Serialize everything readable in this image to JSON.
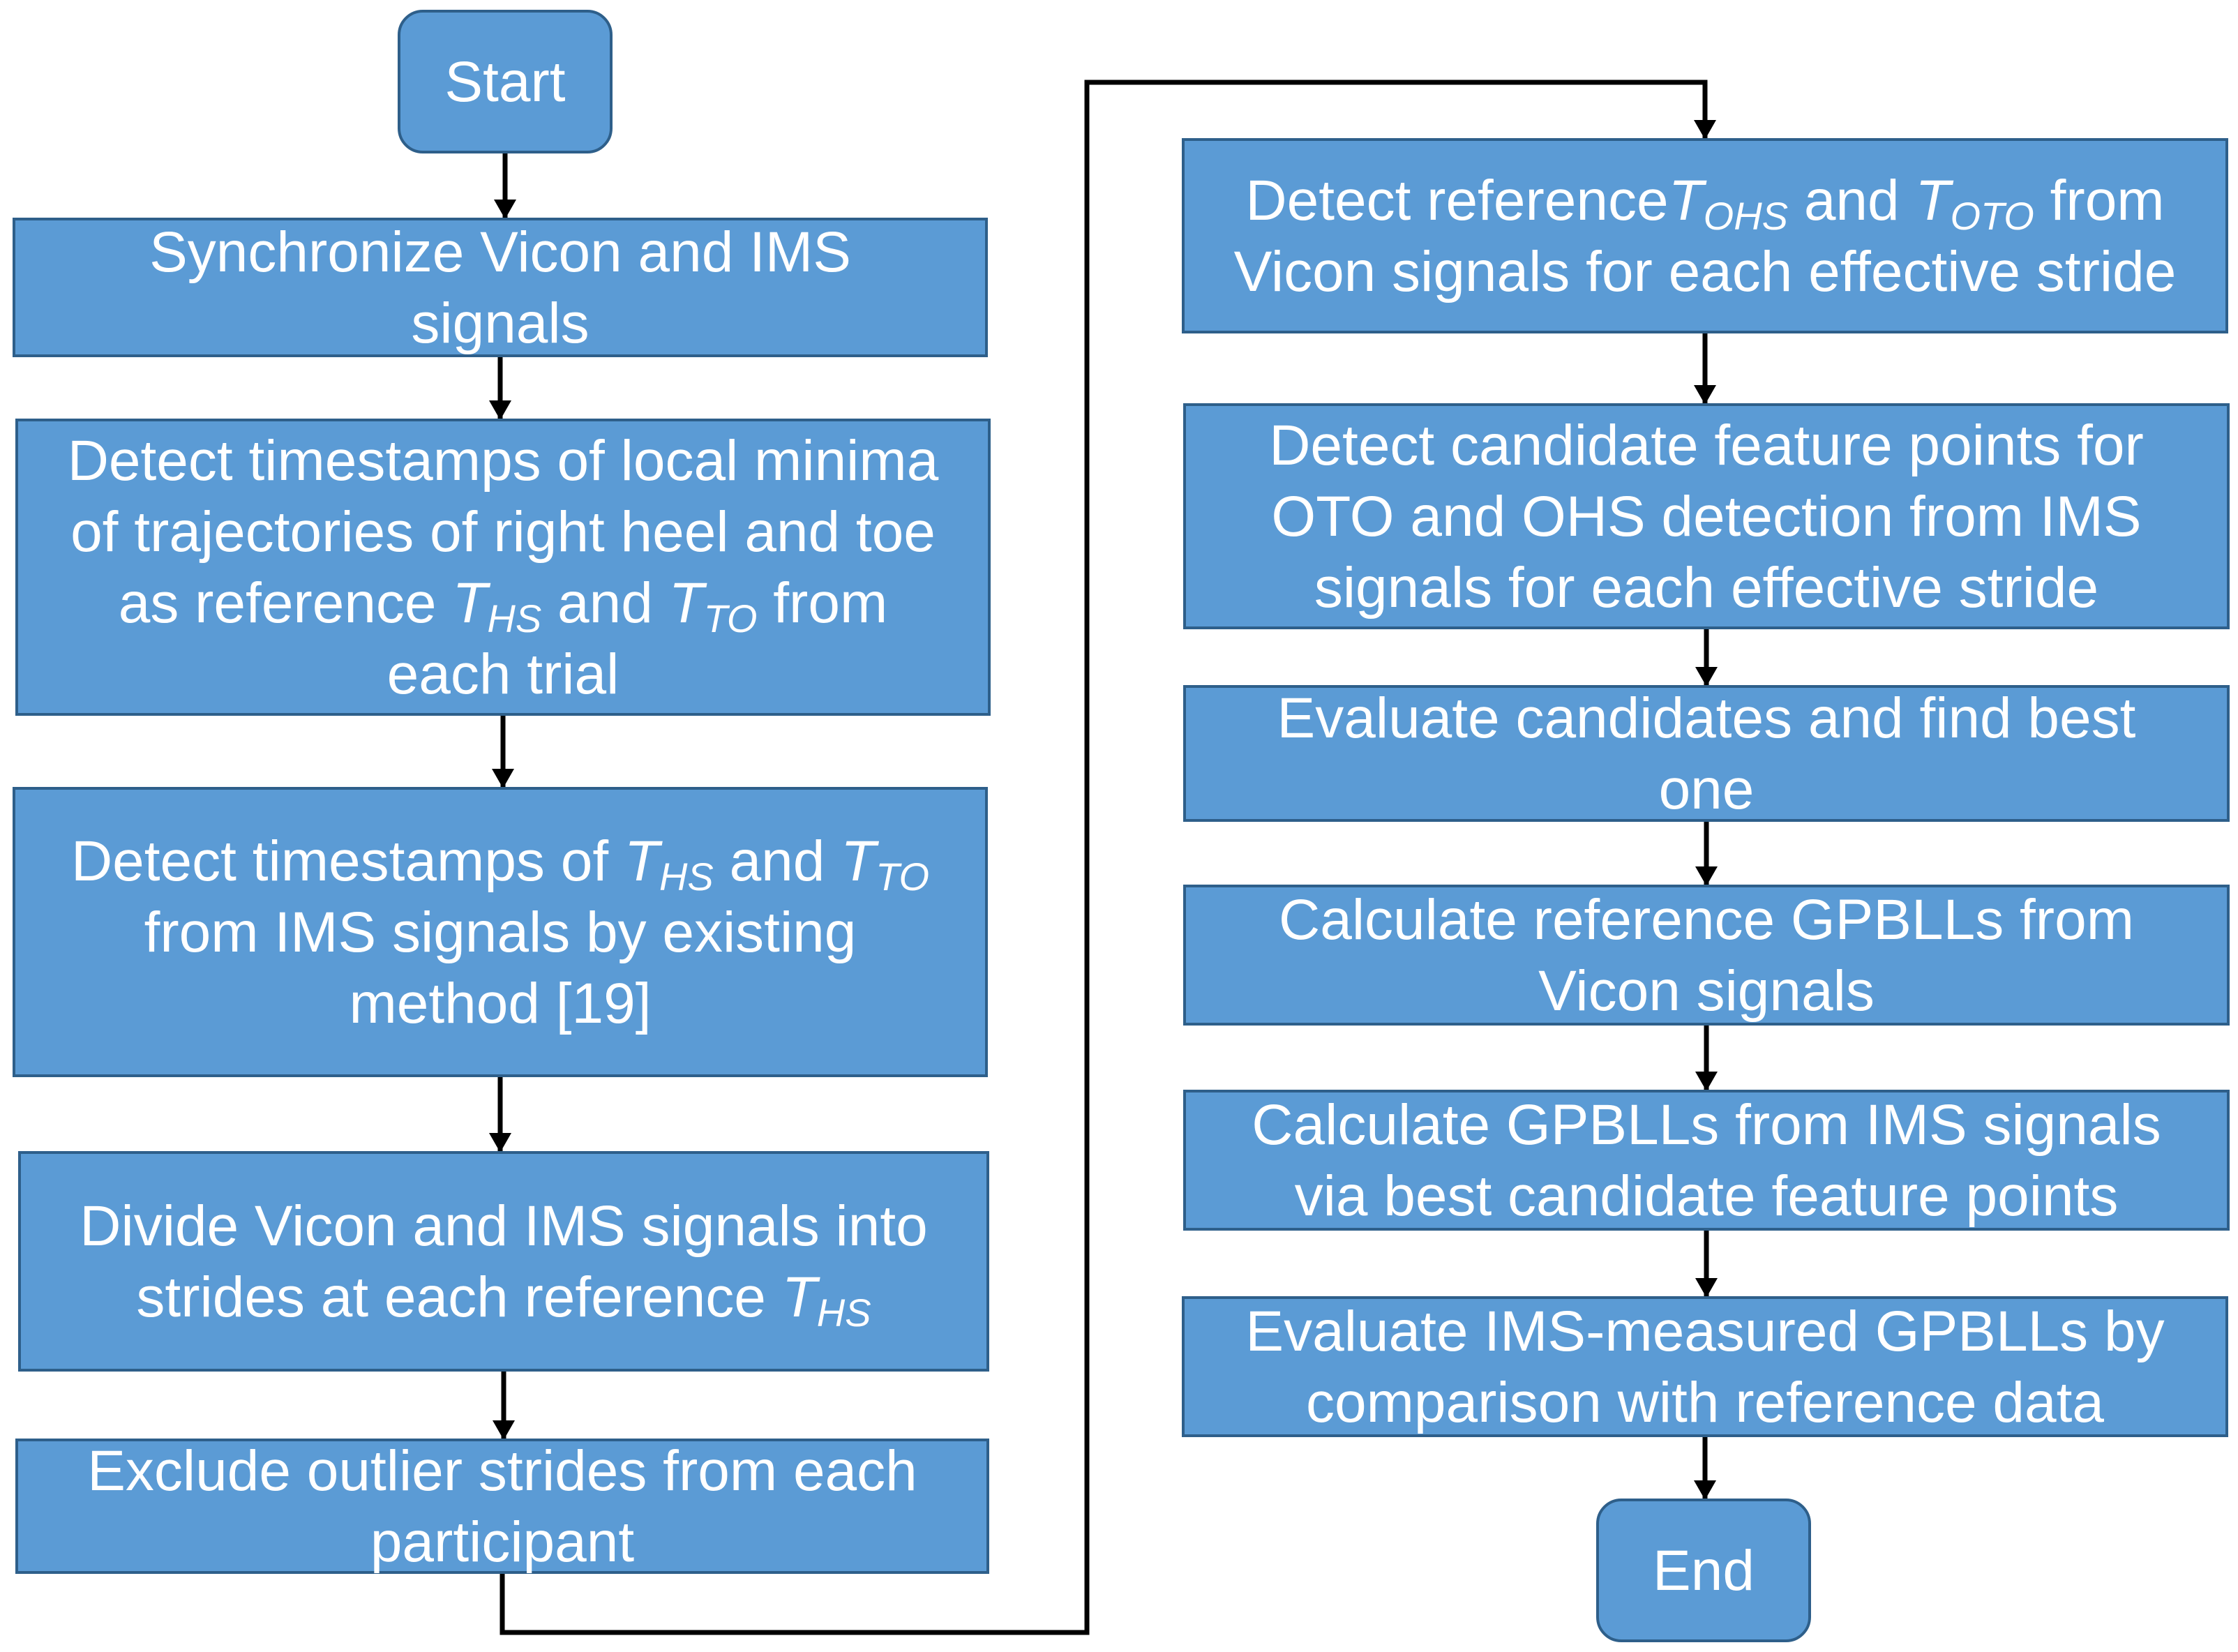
{
  "flowchart": {
    "nodes": [
      {
        "id": "start",
        "shape": "terminal",
        "lines": [
          [
            {
              "t": "Start"
            }
          ]
        ]
      },
      {
        "id": "step1",
        "shape": "process",
        "lines": [
          [
            {
              "t": "Synchronize Vicon and IMS"
            }
          ],
          [
            {
              "t": "signals"
            }
          ]
        ]
      },
      {
        "id": "step2",
        "shape": "process",
        "lines": [
          [
            {
              "t": "Detect timestamps of local minima"
            }
          ],
          [
            {
              "t": "of trajectories of right heel and toe"
            }
          ],
          [
            {
              "t": "as reference "
            },
            {
              "t": "T",
              "s": "sym"
            },
            {
              "t": "HS",
              "s": "sub"
            },
            {
              "t": " and "
            },
            {
              "t": "T",
              "s": "sym"
            },
            {
              "t": "TO",
              "s": "sub"
            },
            {
              "t": " from"
            }
          ],
          [
            {
              "t": "each trial"
            }
          ]
        ]
      },
      {
        "id": "step3",
        "shape": "process",
        "lines": [
          [
            {
              "t": "Detect timestamps of "
            },
            {
              "t": "T",
              "s": "sym"
            },
            {
              "t": "HS",
              "s": "sub"
            },
            {
              "t": " and "
            },
            {
              "t": "T",
              "s": "sym"
            },
            {
              "t": "TO",
              "s": "sub"
            }
          ],
          [
            {
              "t": "from IMS signals by existing"
            }
          ],
          [
            {
              "t": "method [19]"
            }
          ]
        ]
      },
      {
        "id": "step4",
        "shape": "process",
        "lines": [
          [
            {
              "t": "Divide Vicon and IMS signals into"
            }
          ],
          [
            {
              "t": "strides at each reference "
            },
            {
              "t": "T",
              "s": "sym"
            },
            {
              "t": "HS",
              "s": "sub"
            }
          ]
        ]
      },
      {
        "id": "step5",
        "shape": "process",
        "lines": [
          [
            {
              "t": "Exclude outlier strides from each"
            }
          ],
          [
            {
              "t": "participant"
            }
          ]
        ]
      },
      {
        "id": "step6",
        "shape": "process",
        "lines": [
          [
            {
              "t": "Detect reference"
            },
            {
              "t": "T",
              "s": "sym"
            },
            {
              "t": "OHS",
              "s": "sub"
            },
            {
              "t": " and "
            },
            {
              "t": "T",
              "s": "sym"
            },
            {
              "t": "OTO",
              "s": "sub"
            },
            {
              "t": " from"
            }
          ],
          [
            {
              "t": "Vicon signals for each effective stride"
            }
          ]
        ]
      },
      {
        "id": "step7",
        "shape": "process",
        "lines": [
          [
            {
              "t": "Detect candidate feature points for"
            }
          ],
          [
            {
              "t": "OTO and OHS detection from IMS"
            }
          ],
          [
            {
              "t": "signals for each effective stride"
            }
          ]
        ]
      },
      {
        "id": "step8",
        "shape": "process",
        "lines": [
          [
            {
              "t": "Evaluate candidates and find best"
            }
          ],
          [
            {
              "t": "one"
            }
          ]
        ]
      },
      {
        "id": "step9",
        "shape": "process",
        "lines": [
          [
            {
              "t": "Calculate reference GPBLLs from"
            }
          ],
          [
            {
              "t": "Vicon signals"
            }
          ]
        ]
      },
      {
        "id": "step10",
        "shape": "process",
        "lines": [
          [
            {
              "t": "Calculate GPBLLs from IMS signals"
            }
          ],
          [
            {
              "t": "via best candidate feature points"
            }
          ]
        ]
      },
      {
        "id": "step11",
        "shape": "process",
        "lines": [
          [
            {
              "t": "Evaluate IMS-measured GPBLLs by"
            }
          ],
          [
            {
              "t": "comparison with reference data"
            }
          ]
        ]
      },
      {
        "id": "end",
        "shape": "terminal",
        "lines": [
          [
            {
              "t": "End"
            }
          ]
        ]
      }
    ],
    "edges": [
      {
        "from": "start",
        "to": "step1"
      },
      {
        "from": "step1",
        "to": "step2"
      },
      {
        "from": "step2",
        "to": "step3"
      },
      {
        "from": "step3",
        "to": "step4"
      },
      {
        "from": "step4",
        "to": "step5"
      },
      {
        "from": "step5",
        "to": "step6"
      },
      {
        "from": "step6",
        "to": "step7"
      },
      {
        "from": "step7",
        "to": "step8"
      },
      {
        "from": "step8",
        "to": "step9"
      },
      {
        "from": "step9",
        "to": "step10"
      },
      {
        "from": "step10",
        "to": "step11"
      },
      {
        "from": "step11",
        "to": "end"
      }
    ]
  }
}
